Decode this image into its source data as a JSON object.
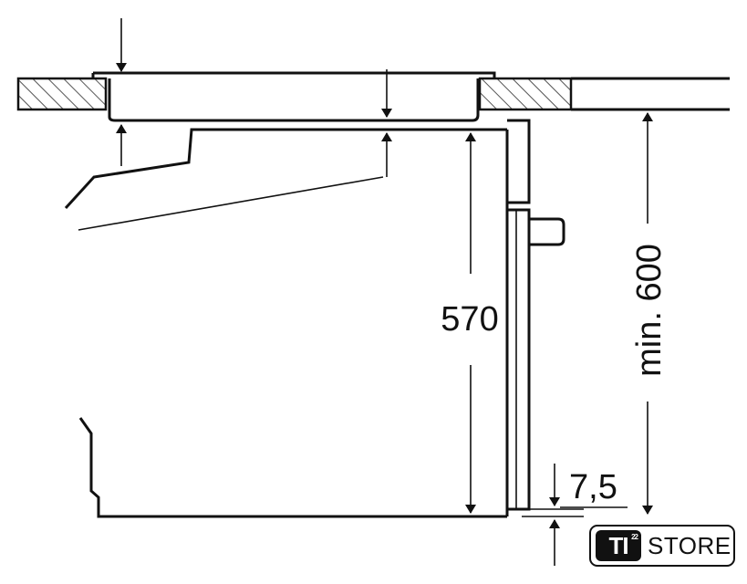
{
  "dimensions": {
    "oven_height": "570",
    "niche_height": "min. 600",
    "gap": "7,5"
  },
  "logo": {
    "badge_text": "TI",
    "badge_superscript": "22",
    "store_text": "STORE"
  }
}
